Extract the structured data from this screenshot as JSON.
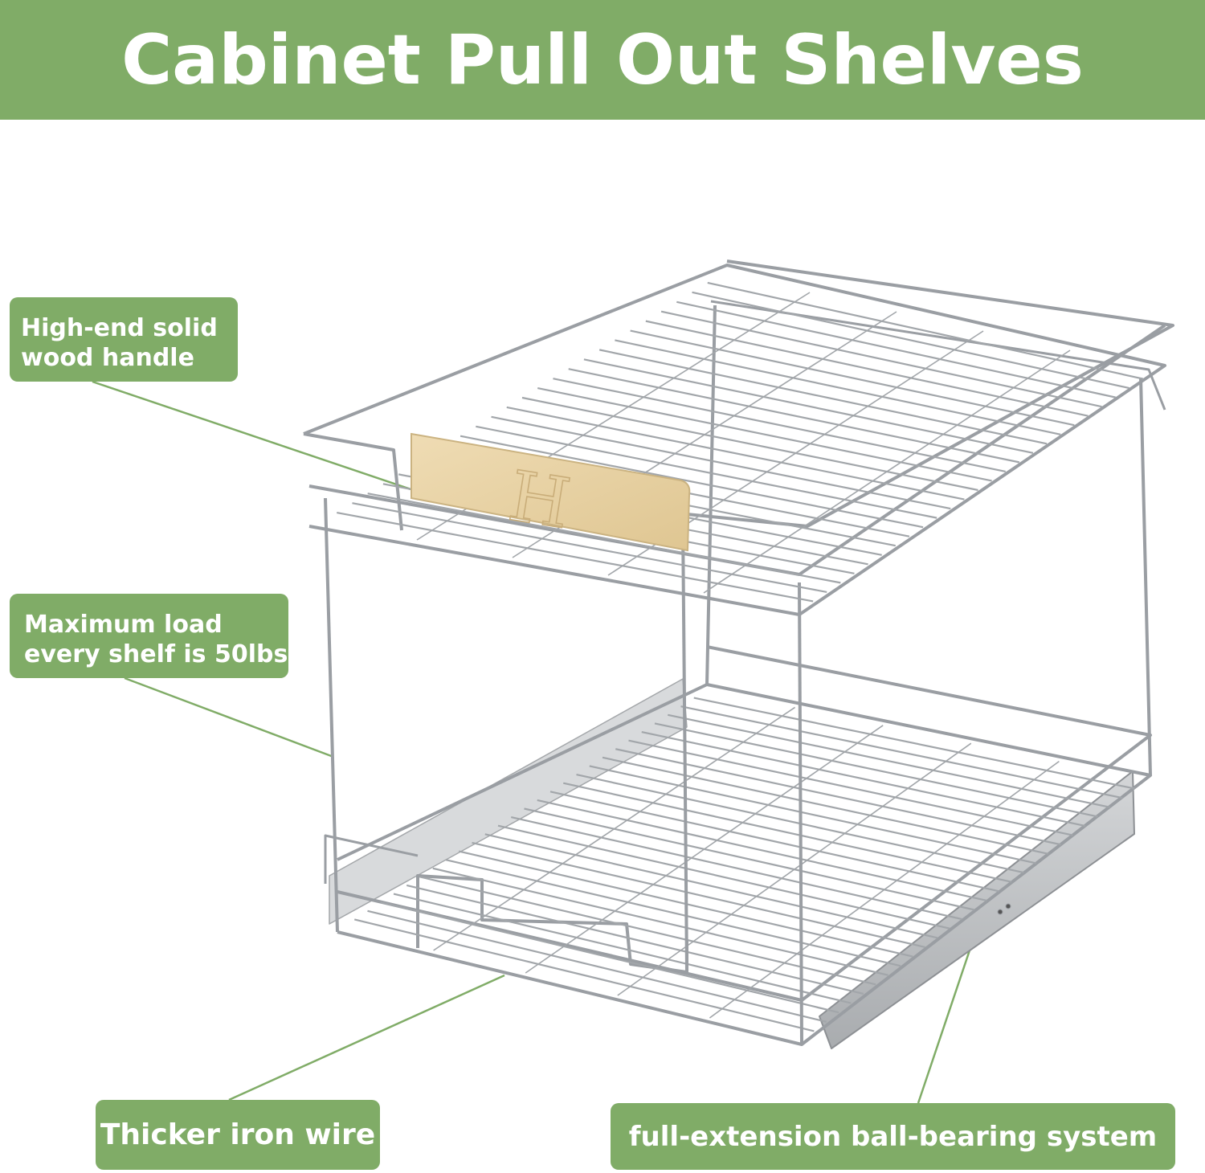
{
  "title": "Cabinet Pull Out Shelves",
  "callouts": {
    "handle": {
      "line1": "High-end solid",
      "line2": "wood handle"
    },
    "load": {
      "line1": "Maximum load",
      "line2": "every shelf is 50lbs"
    },
    "wire": {
      "text": "Thicker iron wire"
    },
    "bearing": {
      "text": "full-extension ball-bearing system"
    }
  },
  "handle_emblem": "H",
  "colors": {
    "banner": "#80ac67",
    "callout": "#80ac67",
    "leader_line": "#80ac67",
    "chrome": "#9a9ea3",
    "wood": "#e8d2a5",
    "rail": "#b9bcbf"
  }
}
